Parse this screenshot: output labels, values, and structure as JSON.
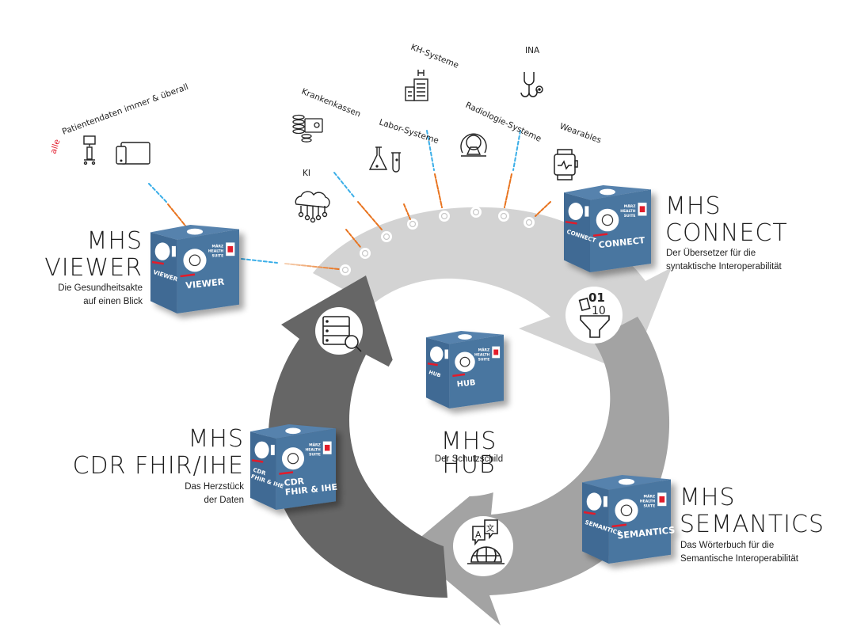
{
  "colors": {
    "arrow_light": "#d3d3d3",
    "arrow_mid": "#a3a3a3",
    "arrow_dark": "#666666",
    "cube_blue": "#4a76a0",
    "cube_blue_dark": "#3c648c",
    "accent_red": "#e21a2c",
    "flow_orange": "#e8731e",
    "flow_blue": "#3aaee8"
  },
  "sources": {
    "patient": {
      "prefix": "alle",
      "text": "Patientendaten immer & überall",
      "icons": [
        "medical-cart-icon",
        "tablet-phone-icon"
      ]
    },
    "items": [
      {
        "label": "KI",
        "icon": "ai-brain-icon"
      },
      {
        "label": "Krankenkassen",
        "icon": "coins-money-icon"
      },
      {
        "label": "Labor-Systeme",
        "icon": "lab-flask-icon"
      },
      {
        "label": "KH-Systeme",
        "icon": "hospital-building-icon"
      },
      {
        "label": "Radiologie-Systeme",
        "icon": "mri-scanner-icon"
      },
      {
        "label": "INA",
        "icon": "stethoscope-icon"
      },
      {
        "label": "Wearables",
        "icon": "smartwatch-icon"
      }
    ]
  },
  "modules": {
    "viewer": {
      "title_line1": "MHS",
      "title_line2": "VIEWER",
      "subtitle_line1": "Die Gesundheitsakte",
      "subtitle_line2": "auf einen Blick",
      "cube_label": "VIEWER",
      "cube_side": "VIEWER",
      "icon": "monitor-record-icon"
    },
    "connect": {
      "title_line1": "MHS",
      "title_line2": "CONNECT",
      "subtitle_line1": "Der Übersetzer für die",
      "subtitle_line2": "syntaktische Interoperabilität",
      "cube_label": "CONNECT",
      "cube_side": "CONNECT",
      "icon": "data-funnel-icon"
    },
    "hub": {
      "title": "MHS HUB",
      "subtitle": "Der Schutzschild",
      "cube_label": "HUB",
      "cube_side": "HUB",
      "icon": "user-key-icon"
    },
    "cdr": {
      "title_line1": "MHS",
      "title_line2": "CDR FHIR/IHE",
      "subtitle_line1": "Das Herzstück",
      "subtitle_line2": "der Daten",
      "cube_label_line1": "CDR",
      "cube_label_line2": "FHIR & IHE",
      "cube_side_line1": "CDR",
      "cube_side_line2": "FHIR & IHE",
      "icon": "server-search-icon"
    },
    "semantics": {
      "title_line1": "MHS",
      "title_line2": "SEMANTICS",
      "subtitle_line1": "Das Wörterbuch für die",
      "subtitle_line2": "Semantische Interoperabilität",
      "cube_label": "SEMANTICS",
      "cube_side": "SEMANTICS",
      "icon": "translate-globe-icon"
    }
  },
  "brand": {
    "line1": "MÄRZ",
    "line2": "HEALTH",
    "line3": "SUITE",
    "logo_text": "m"
  },
  "cycle_icons": [
    "server-search-icon",
    "data-funnel-icon",
    "translate-globe-icon"
  ]
}
